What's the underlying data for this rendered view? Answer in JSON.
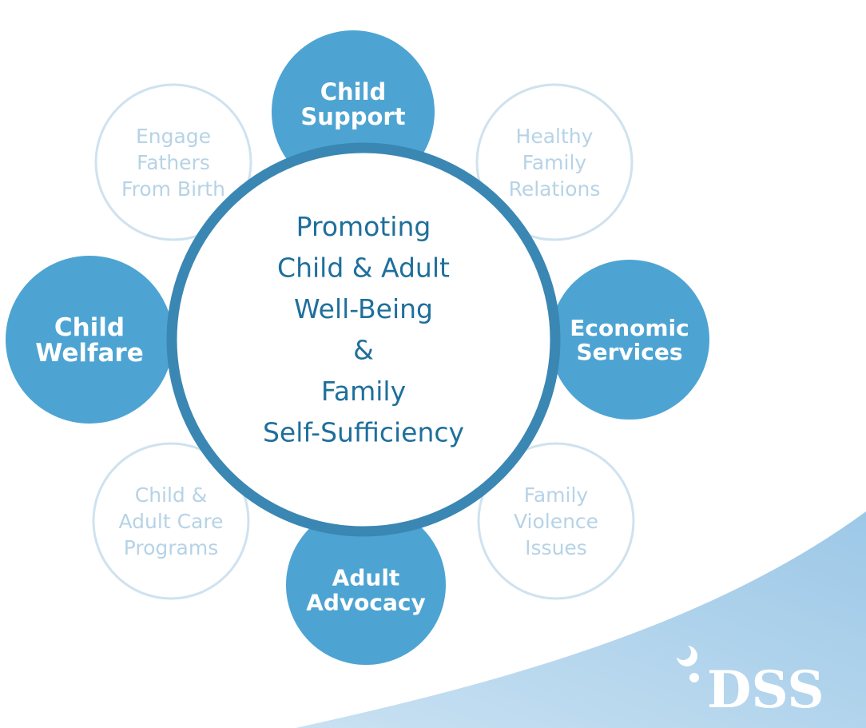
{
  "colors": {
    "primary_fill": "#4da4d2",
    "primary_dark": "#3b8fc0",
    "center_ring": "#3a87b3",
    "outline_light": "#cfe2ef",
    "light_text": "#b6d3e6",
    "center_text": "#1f6f9c",
    "swoosh": "#a9cfe9"
  },
  "center": {
    "lines": [
      "Promoting",
      "Child & Adult",
      "Well-Being",
      "&",
      "Family",
      "Self-Sufficiency"
    ]
  },
  "primary_nodes": [
    {
      "id": "child-support",
      "lines": [
        "Child",
        "Support"
      ]
    },
    {
      "id": "economic-services",
      "lines": [
        "Economic",
        "Services"
      ]
    },
    {
      "id": "adult-advocacy",
      "lines": [
        "Adult",
        "Advocacy"
      ]
    },
    {
      "id": "child-welfare",
      "lines": [
        "Child",
        "Welfare"
      ]
    }
  ],
  "secondary_nodes": [
    {
      "id": "engage-fathers",
      "lines": [
        "Engage",
        "Fathers",
        "From Birth"
      ]
    },
    {
      "id": "healthy-family",
      "lines": [
        "Healthy",
        "Family",
        "Relations"
      ]
    },
    {
      "id": "family-violence",
      "lines": [
        "Family",
        "Violence",
        "Issues"
      ]
    },
    {
      "id": "child-adult-care",
      "lines": [
        "Child &",
        "Adult Care",
        "Programs"
      ]
    }
  ],
  "logo": {
    "text": "DSS"
  }
}
